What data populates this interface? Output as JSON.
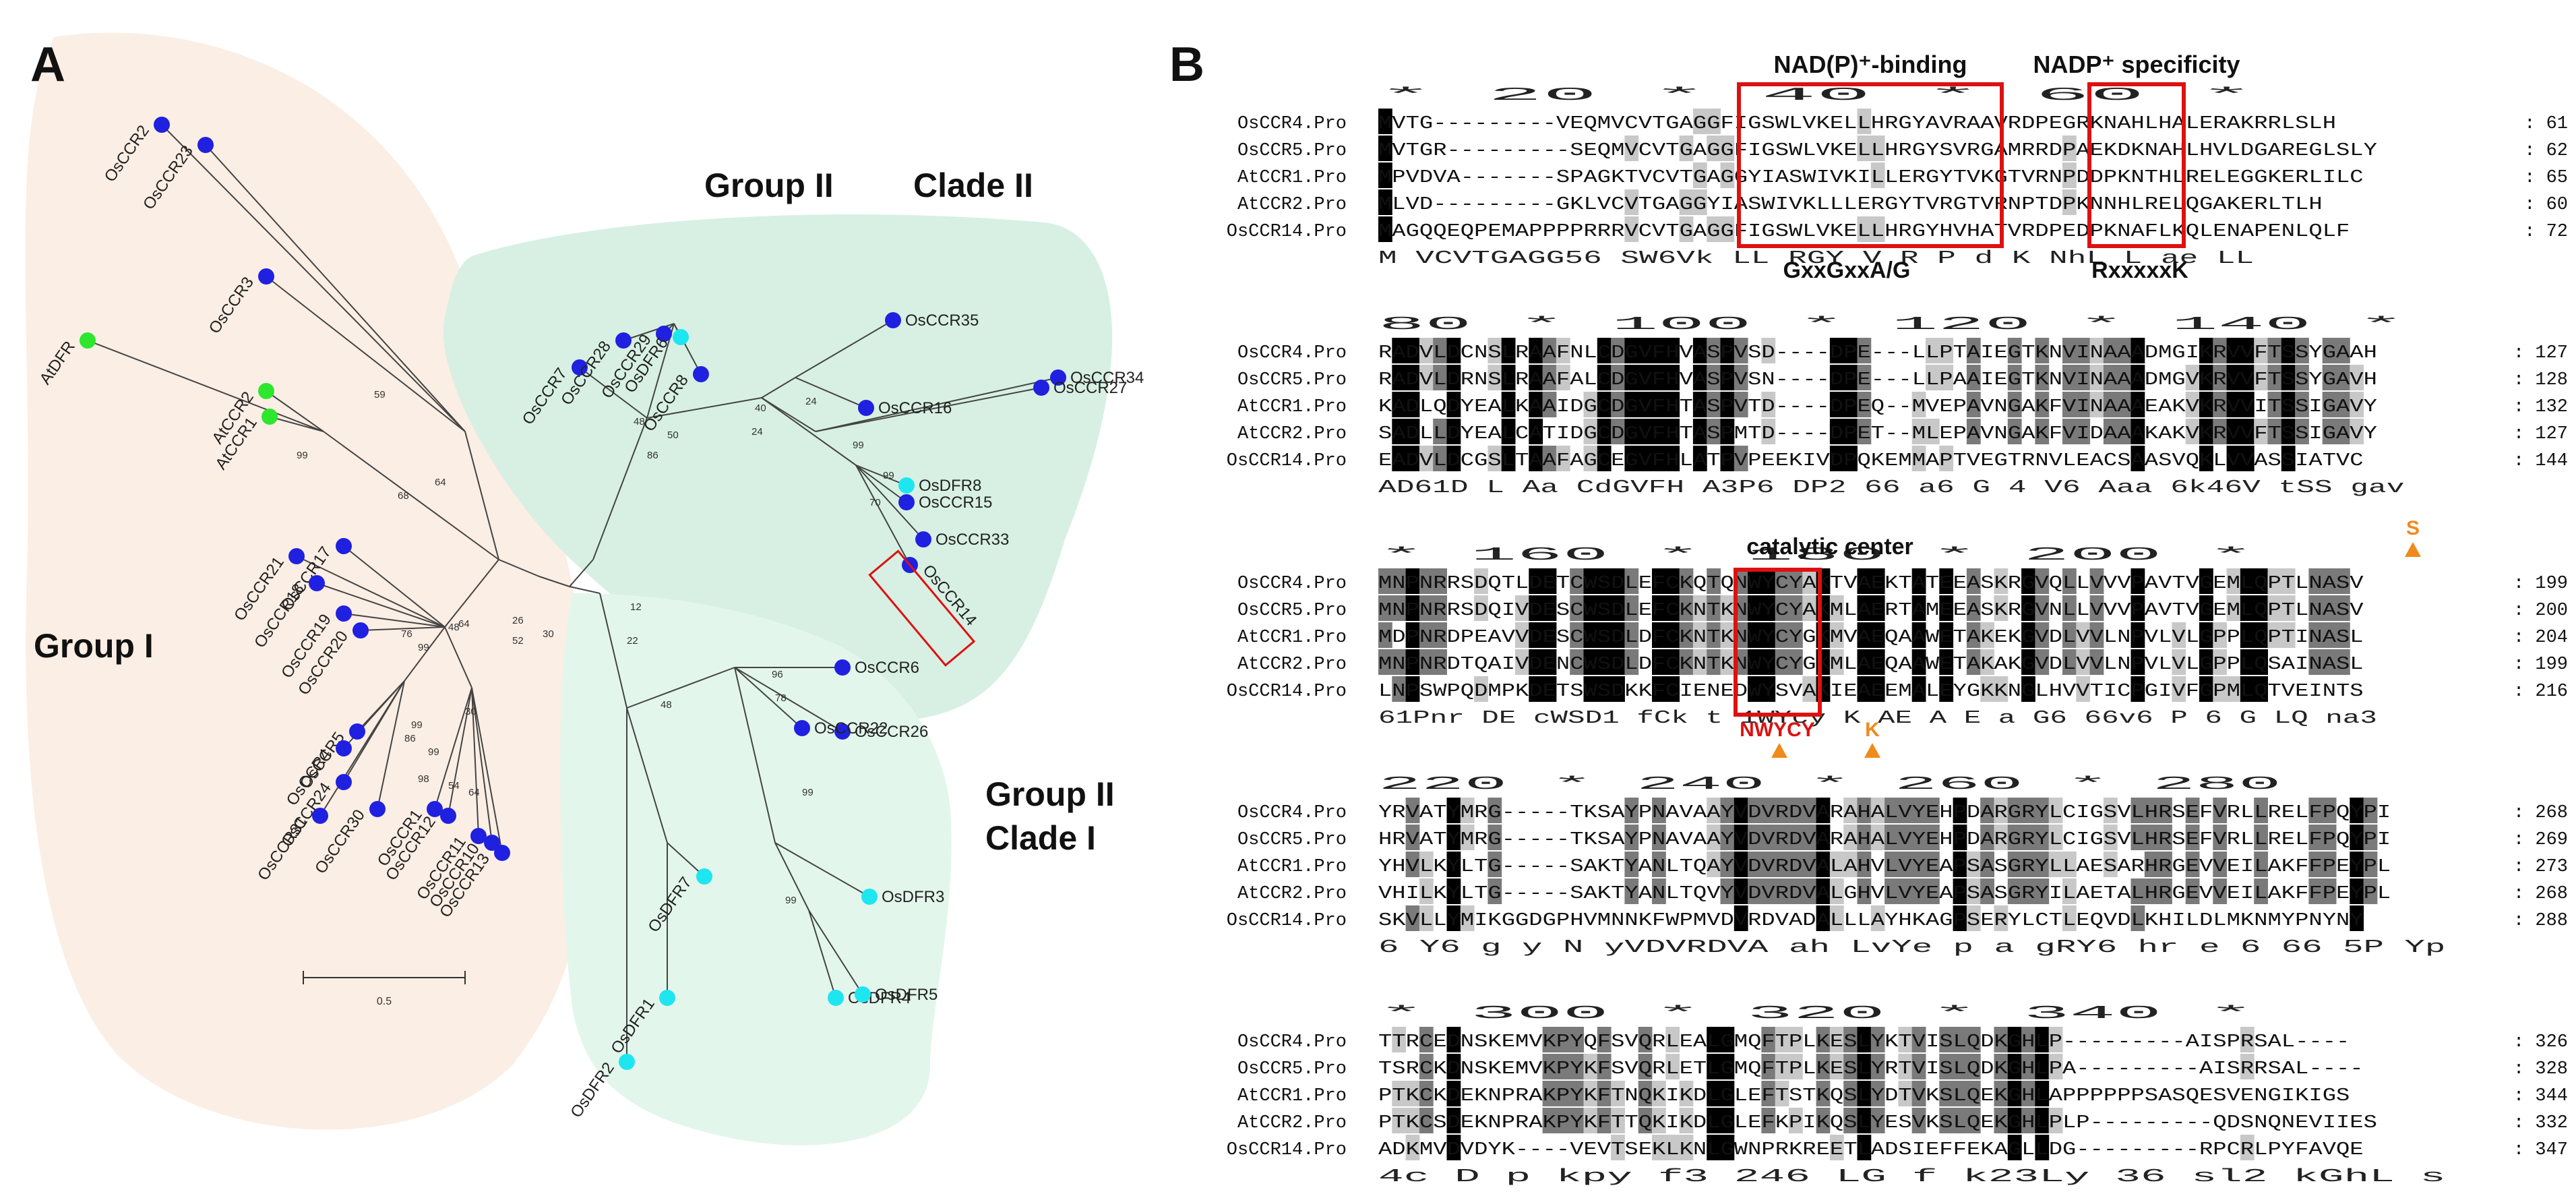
{
  "panel_a": {
    "letter": "A",
    "group_labels": {
      "group1": "Group I",
      "group2": "Group II",
      "clade2": "Clade II",
      "g2c1_line1": "Group II",
      "g2c1_line2": "Clade I"
    },
    "scale_value": "0.5",
    "colors": {
      "group1_bg": "#fbeee4",
      "group2_bg": "#d7f0e3",
      "group2c1_bg": "#e3f6ec",
      "blue": "#2020e0",
      "cyan": "#1ee6f0",
      "green": "#2ee62e",
      "highlight": "#e01010",
      "branch": "#444444"
    },
    "leaves": [
      {
        "name": "OsCCR2",
        "color": "blue"
      },
      {
        "name": "OsCCR23",
        "color": "blue"
      },
      {
        "name": "OsCCR3",
        "color": "blue"
      },
      {
        "name": "AtDFR",
        "color": "green"
      },
      {
        "name": "AtCCR2",
        "color": "green"
      },
      {
        "name": "AtCCR1",
        "color": "green"
      },
      {
        "name": "OsCCR17",
        "color": "blue"
      },
      {
        "name": "OsCCR21",
        "color": "blue"
      },
      {
        "name": "OsCCR18",
        "color": "blue"
      },
      {
        "name": "OsCCR19",
        "color": "blue"
      },
      {
        "name": "OsCCR20",
        "color": "blue"
      },
      {
        "name": "OsCCR5",
        "color": "blue"
      },
      {
        "name": "OsCCR4",
        "color": "blue"
      },
      {
        "name": "OsCCR24",
        "color": "blue"
      },
      {
        "name": "OsCCR31",
        "color": "blue"
      },
      {
        "name": "OsCCR30",
        "color": "blue"
      },
      {
        "name": "OsCCR1",
        "color": "blue"
      },
      {
        "name": "OsCCR12",
        "color": "blue"
      },
      {
        "name": "OsCCR11",
        "color": "blue"
      },
      {
        "name": "OsCCR10",
        "color": "blue"
      },
      {
        "name": "OsCCR13",
        "color": "blue"
      },
      {
        "name": "OsCCR7",
        "color": "blue"
      },
      {
        "name": "OsCCR28",
        "color": "blue"
      },
      {
        "name": "OsCCR29",
        "color": "blue"
      },
      {
        "name": "OsDFR6",
        "color": "cyan"
      },
      {
        "name": "OsCCR8",
        "color": "blue"
      },
      {
        "name": "OsCCR35",
        "color": "blue"
      },
      {
        "name": "OsCCR16",
        "color": "blue"
      },
      {
        "name": "OsCCR34",
        "color": "blue"
      },
      {
        "name": "OsCCR27",
        "color": "blue"
      },
      {
        "name": "OsDFR8",
        "color": "cyan"
      },
      {
        "name": "OsCCR15",
        "color": "blue"
      },
      {
        "name": "OsCCR33",
        "color": "blue"
      },
      {
        "name": "OsCCR14",
        "color": "blue"
      },
      {
        "name": "OsCCR6",
        "color": "blue"
      },
      {
        "name": "OsCCR26",
        "color": "blue"
      },
      {
        "name": "OsCCR22",
        "color": "blue"
      },
      {
        "name": "OsDFR7",
        "color": "cyan"
      },
      {
        "name": "OsDFR1",
        "color": "cyan"
      },
      {
        "name": "OsDFR2",
        "color": "cyan"
      },
      {
        "name": "OsDFR3",
        "color": "cyan"
      },
      {
        "name": "OsDFR4",
        "color": "cyan"
      },
      {
        "name": "OsDFR5",
        "color": "cyan"
      }
    ],
    "bootstrap": [
      "59",
      "64",
      "68",
      "99",
      "48",
      "76",
      "64",
      "99",
      "26",
      "52",
      "30",
      "99",
      "86",
      "99",
      "30",
      "98",
      "54",
      "64",
      "48",
      "50",
      "86",
      "40",
      "24",
      "24",
      "99",
      "99",
      "70",
      "12",
      "22",
      "48",
      "96",
      "78",
      "99",
      "99"
    ]
  },
  "panel_b": {
    "letter": "B",
    "annotations": {
      "nad_binding": "NAD(P)⁺-binding",
      "nadp_specificity": "NADP⁺ specificity",
      "gxxgxxag": "GxxGxxA/G",
      "rxxxxxk": "RxxxxxK",
      "catalytic_center": "catalytic center",
      "nwycy": "NWYCY",
      "s_mark": "S",
      "k_mark": "K"
    },
    "colors": {
      "box": "#dd1111",
      "orange": "#f08a1c",
      "black_shade": "#000000",
      "dark_shade": "#7a7a7a",
      "light_shade": "#c8c8c8"
    },
    "blocks": [
      {
        "ruler": "*         20         *         40         *         60         *",
        "rows": [
          {
            "name": "OsCCR4.Pro",
            "seq": "MVTG---------VEQMVCVTGAGGFIGSWLVKELLHRGYAVRAAVRDPEGRKNAHLHALERAKRRLSLH",
            "end": "61"
          },
          {
            "name": "OsCCR5.Pro",
            "seq": "MVTGR---------SEQMVCVTGAGGFIGSWLVKELLHRGYSVRGAMRRDPAEKDKNAHLHVLDGAREGLSLY",
            "end": "62"
          },
          {
            "name": "AtCCR1.Pro",
            "seq": "MPVDVA-------SPAGKTVCVTGAGGYIASWIVKILLERGYTVKGTVRNPDDPKNTHLRELEGGKERLILC",
            "end": "65"
          },
          {
            "name": "AtCCR2.Pro",
            "seq": "MLVD---------GKLVCVTGAGGYIASWIVKLLLERGYTVRGTVRNPTDPKNNHLRELQGAKERLTLH",
            "end": "60"
          },
          {
            "name": "OsCCR14.Pro",
            "seq": "MAGQQEQPEMAPPPPRRRVCVTGAGGFIGSWLVKELLHRGYHVHATVRDPEDPKNAFLKQLENAPENLQLF",
            "end": "72"
          }
        ],
        "consensus": "M             VCVTGAGG56 SW6Vk LL RGY  V   R P d K NhL  L  ae LL"
      },
      {
        "ruler": "80         *        100         *        120         *        140         *",
        "rows": [
          {
            "name": "OsCCR4.Pro",
            "seq": "RADVLDCNSLRAAFNLCDGVFHVASPVSD----DPE---LLPTAIEGTKNVINAAADMGIKRVVFTSSYGAAH",
            "end": "127"
          },
          {
            "name": "OsCCR5.Pro",
            "seq": "RADVLDRNSLRAAFALCDGVFHVASPVSN----DPE---LLPAAIEGTKNVINAAADMGVKRVVFTSSYGAVH",
            "end": "128"
          },
          {
            "name": "AtCCR1.Pro",
            "seq": "KADLQDYEALKAAIDGCDGVFHTASPVTD----DPEQ--MVEPAVNGAKFVINAAAEAKVKRVVITSSIGAVY",
            "end": "132"
          },
          {
            "name": "AtCCR2.Pro",
            "seq": "SADLLDYEALCATIDGCDGVFHTASPMTD----DPET--MLEPAVNGAKFVIDAAAKAKVKRVVFTSSIGAVY",
            "end": "127"
          },
          {
            "name": "OsCCR14.Pro",
            "seq": "EADVLDCGSLTAAFAGCEGVFHLATPVPEEKIVDPQKEMMAPTVEGTRNVLEACSAASVQKLVVASSIATVC",
            "end": "144"
          }
        ],
        "consensus": "AD61D   L Aa   CdGVFH A3P6       DP2   66   a6 G 4 V6 Aaa     6k46V tSS gav"
      },
      {
        "ruler": "*        160         *        180         *        200         *",
        "rows": [
          {
            "name": "OsCCR4.Pro",
            "seq": "MNPNRRSDQTLDETCWSDLEFCKQTQNWYCYAKTVAEKTATEEASKRGVQLLVVVPAVTVGEMLQPTLNASV",
            "end": "199"
          },
          {
            "name": "OsCCR5.Pro",
            "seq": "MNPNRRSDQIVDESCWSDLEFCKNTKNWYCYAKMLAERTAMEEASKRGVNLLVVVPAVTVGEMLQPTLNASV",
            "end": "200"
          },
          {
            "name": "AtCCR1.Pro",
            "seq": "MDPNRDPEAVVDESCWSDLDFCKNTKNWYCYGKMVAEQAAWETAKEKGVDLVVLNPVLVLGPPLQPTINASL",
            "end": "204"
          },
          {
            "name": "AtCCR2.Pro",
            "seq": "MNPNRDTQAIVDENCWSDLDFCKNTKNWYCYGKMLAEQAAWETAKAKGVDLVVLNPVLVLGPPLQSAINASL",
            "end": "199"
          },
          {
            "name": "OsCCR14.Pro",
            "seq": "LNPSWPQDMPKDETSWSDKKFCIENEDWYSVAKIEAEEMALEYGKKNGLHVVTICPGIVFGPMLQTVEINTS",
            "end": "216"
          }
        ],
        "consensus": "61Pnr     DE cWSD1 fCk t 1WYcy  K  AE  A E a    G6 66v6 P 6  G  LQ    na3"
      },
      {
        "ruler": "220         *        240         *        260         *        280",
        "rows": [
          {
            "name": "OsCCR4.Pro",
            "seq": "YRVATYMRG-----TKSAYPNAVAAYVDVRDVARAHALVYEHPDARGRYLCIGSVLHRSEFVRLLRELFPQYPI",
            "end": "268"
          },
          {
            "name": "OsCCR5.Pro",
            "seq": "HRVATYMRG-----TKSAYPNAVAAYVDVRDVARAHALVYEHPDARGRYLCIGSVLHRSEFVRLLRELFPQYPI",
            "end": "269"
          },
          {
            "name": "AtCCR1.Pro",
            "seq": "YHVLKYLTG-----SAKTYANLTQAYVDVRDVALAHVLVYEAPSASGRYLLAESARHRGEVVEILAKFFPEYPL",
            "end": "273"
          },
          {
            "name": "AtCCR2.Pro",
            "seq": "VHILKYLTG-----SAKTYANLTQVYVDVRDVALGHVLVYEAPSASGRYILAETALHRGEVVEILAKFFPEYPL",
            "end": "268"
          },
          {
            "name": "OsCCR14.Pro",
            "seq": "SKVLLYMIKGGDGPHVMNNKFWPMVDVRDVADALLLAYHKAGPSERYLCTLEQVDLKHILDLMKNMYPNYNY",
            "end": "288"
          }
        ],
        "consensus": "   6  Y6 g         y N    yVDVRDVA ah LvYe p a gRY6         hr e 6 66    5P Yp"
      },
      {
        "ruler": "*        300         *        320         *        340         *",
        "rows": [
          {
            "name": "OsCCR4.Pro",
            "seq": "TTRCEDNSKEMVKPYQFSVQRLEALGMQFTPLKESLYKTVISLQDKGHLP---------AISPRSAL----",
            "end": "326"
          },
          {
            "name": "OsCCR5.Pro",
            "seq": "TSRCKDNSKEMVKPYKFSVQRLETLGMQFTPLKESLYRTVISLQDKGHLPA---------AISRRSAL----",
            "end": "328"
          },
          {
            "name": "AtCCR1.Pro",
            "seq": "PTKCKDEKNPRAKPYKFTNQKIKDLGLEFTSTKQSLYDTVKSLQEKGHLAPPPPPPSASQESVENGIKIGS",
            "end": "344"
          },
          {
            "name": "AtCCR2.Pro",
            "seq": "PTKCSDEKNPRAKPYKFTTQKIKDLGLEFKPIKQSLYESVKSLQEKGHLPLP---------QDSNQNEVIIES",
            "end": "332"
          },
          {
            "name": "OsCCR14.Pro",
            "seq": "ADKMVDVDYK----VEVTSEKLKNLGWNPRKREETLADSIEFFEKAGLLDG---------RPCRLPYFAVQE",
            "end": "347"
          }
        ],
        "consensus": "     4c D    p   kpy f3  246    LG  f     k23Ly 36  sl2 kGhL                 s"
      }
    ]
  }
}
